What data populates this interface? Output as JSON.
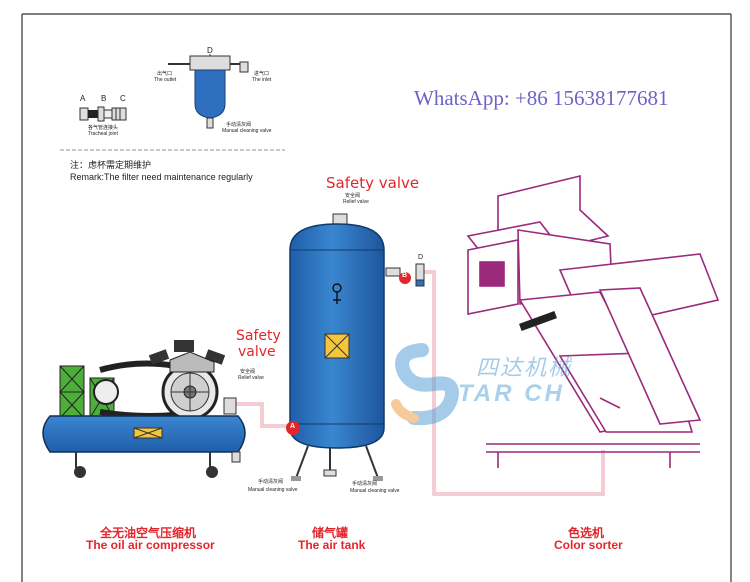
{
  "colors": {
    "tank_blue": "#2e72c0",
    "red": "#e3262c",
    "pink_line": "#e89aa8",
    "magenta": "#9b2a7c",
    "green": "#4dae3a",
    "whatsapp": "#6c63c8",
    "watermark_blue": "#5aa3d8",
    "watermark_orange": "#f0a04a"
  },
  "whatsapp": "WhatsApp: +86 15638177681",
  "inset": {
    "joint_letters": [
      "A",
      "B",
      "C"
    ],
    "joint_cn": "各气管连接头",
    "joint_en": "Tracheal joint",
    "filter_letter": "D",
    "outlet_cn": "出气口",
    "outlet_en": "The outlet",
    "inlet_cn": "进气口",
    "inlet_en": "The inlet",
    "drain_cn": "手动清灰阀",
    "drain_en": "Manual cleaning valve",
    "note_cn": "注：虑杯需定期维护",
    "remark": "Remark:The filter need maintenance regularly"
  },
  "tank": {
    "safety_title": "Safety valve",
    "relief_cn": "安全阀",
    "relief_en": "Relief valve",
    "drain_cn": "手动清灰阀",
    "drain_en": "Manual cleaning valve",
    "letter_a": "A",
    "letter_b": "B",
    "letter_d": "D",
    "caption_cn": "储气罐",
    "caption_en": "The air tank"
  },
  "compressor": {
    "safety_title_1": "Safety",
    "safety_title_2": "valve",
    "relief_cn": "安全阀",
    "relief_en": "Relief valve",
    "drain_cn": "手动清灰阀",
    "drain_en": "Manual cleaning valve",
    "caption_cn": "全无油空气压缩机",
    "caption_en": "The oil air compressor"
  },
  "sorter": {
    "caption_cn": "色选机",
    "caption_en": "Color sorter"
  },
  "watermark": {
    "cn": "四达机械",
    "en": "TAR CH"
  }
}
